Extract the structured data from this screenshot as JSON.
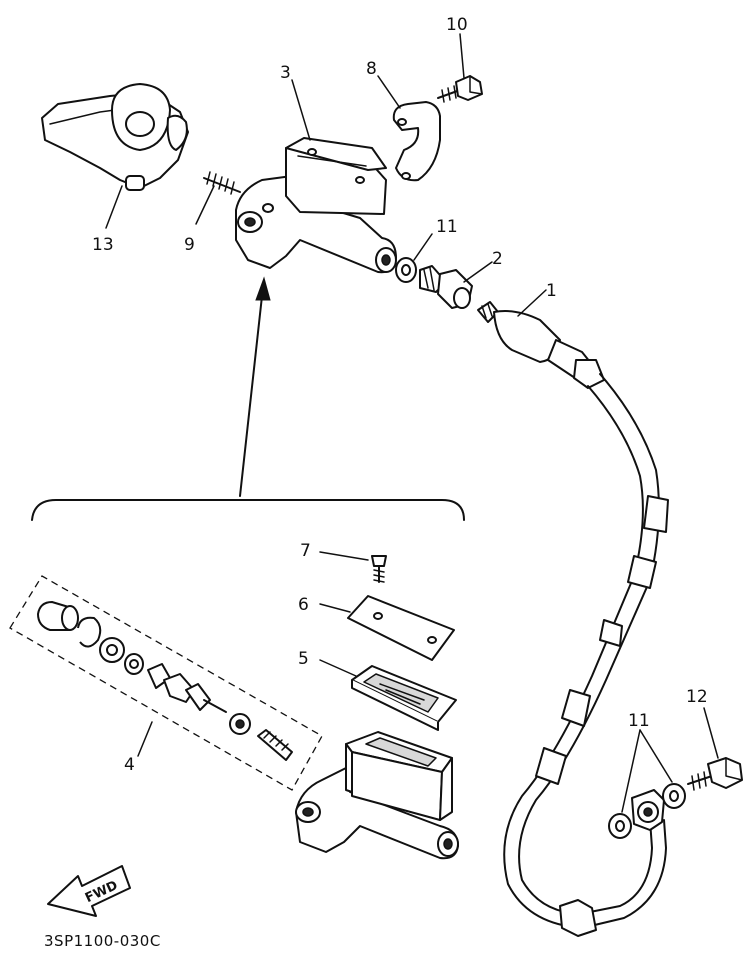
{
  "labels": {
    "p1": "1",
    "p2": "2",
    "p3": "3",
    "p4": "4",
    "p5": "5",
    "p6": "6",
    "p7": "7",
    "p8": "8",
    "p9": "9",
    "p10": "10",
    "p11_top": "11",
    "p11_bottom": "11",
    "p12": "12",
    "p13": "13"
  },
  "fwd_label": "FWD",
  "diagram_code": "3SP1100-030C"
}
